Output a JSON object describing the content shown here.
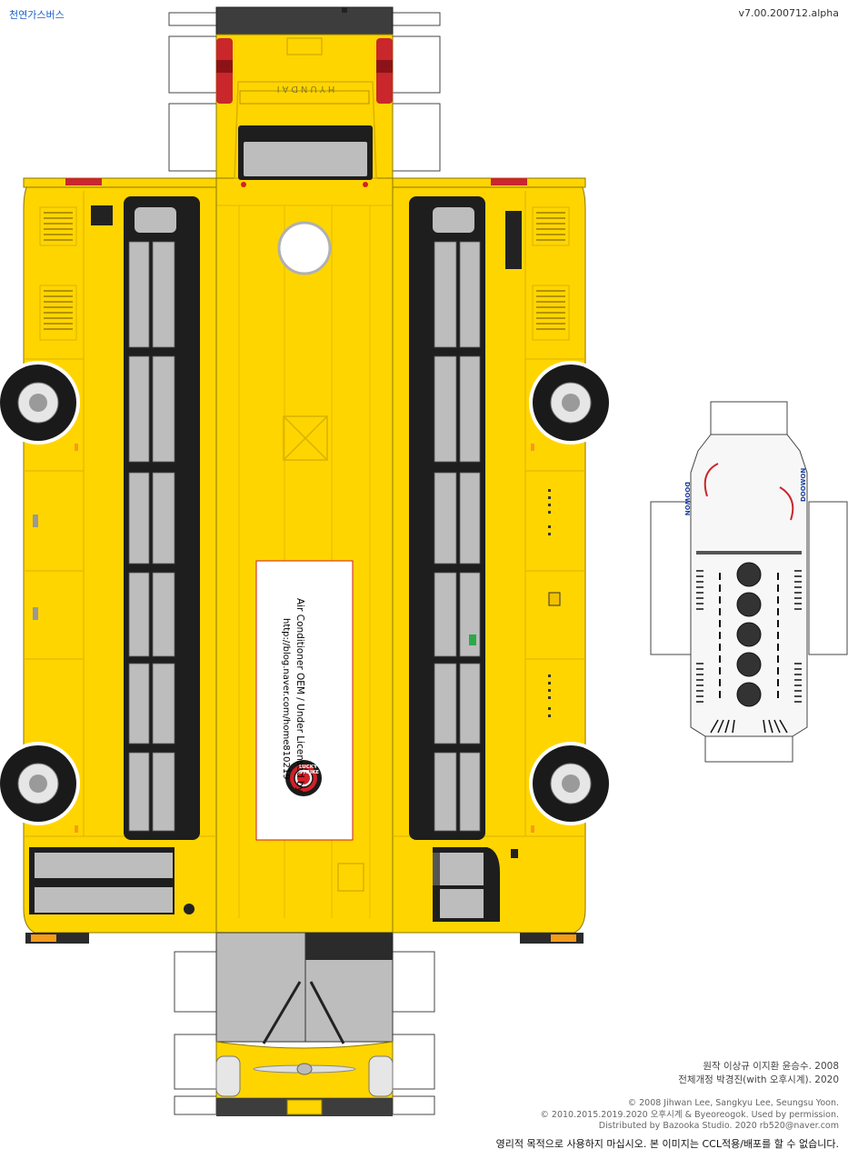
{
  "header": {
    "title": "천연가스버스",
    "version": "v7.00.200712.alpha"
  },
  "credits": {
    "original_label": "원작",
    "original": "이상규 이지환 윤승수. 2008",
    "revision_label": "전체개정",
    "revision": "박경진(with 오후시계). 2020"
  },
  "copyright": [
    "© 2008 Jihwan Lee, Sangkyu Lee, Seungsu Yoon.",
    "© 2010.2015.2019.2020 오후시계 & Byeoreogok. Used by permission.",
    "Distributed by Bazooka Studio. 2020   rb520@naver.com"
  ],
  "warning": "영리적 목적으로 사용하지 마십시오.   본 이미지는 CCL적용/배포를 할 수 없습니다.",
  "roof_ad": {
    "line1": "Air Conditioner OEM / Under Licensed by",
    "line2": "http://blog.naver.com/home810219",
    "badge": "LUCKY STRIKE"
  },
  "rear_badge": "HYUNDAI",
  "ac_brand": "DOOWON",
  "colors": {
    "body": "#FFD500",
    "outline": "#7a6a00",
    "window": "#bdbdbd",
    "window_frame": "#1e1e1e",
    "accent": "#cc1f1f"
  }
}
